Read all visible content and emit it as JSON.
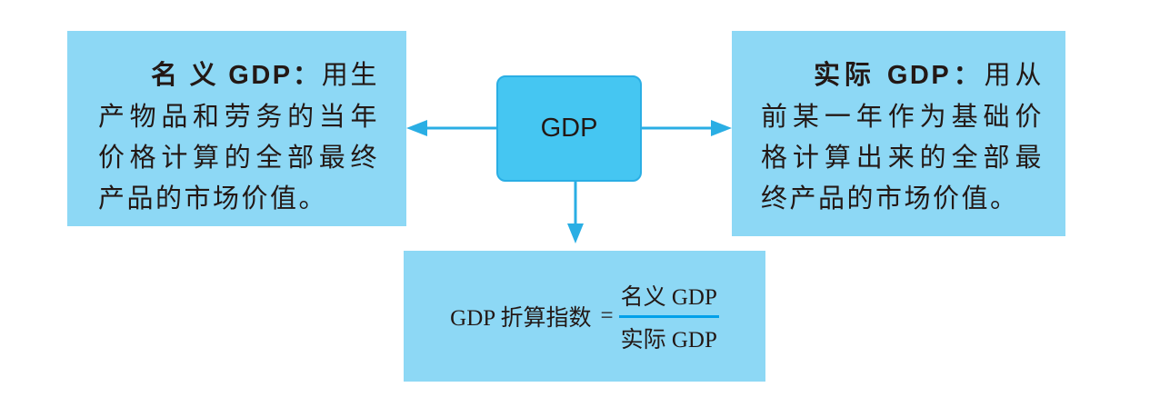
{
  "center": {
    "label": "GDP"
  },
  "left": {
    "term": "名 义 GDP：",
    "definition": "用生产物品和劳务的当年价格计算的全部最终产品的市场价值。"
  },
  "right": {
    "term": "实际 GDP：",
    "definition": "用从前某一年作为基础价格计算出来的全部最终产品的市场价值。"
  },
  "formula": {
    "label": "GDP 折算指数",
    "equals": "=",
    "numerator": "名义 GDP",
    "denominator": "实际 GDP"
  },
  "colors": {
    "box": "#8dd8f5",
    "center_node": "#45c6f2",
    "arrow": "#2aaee4",
    "fraction_bar": "#00a0e9"
  },
  "icons": [
    "arrow-left-icon",
    "arrow-right-icon",
    "arrow-down-icon"
  ]
}
